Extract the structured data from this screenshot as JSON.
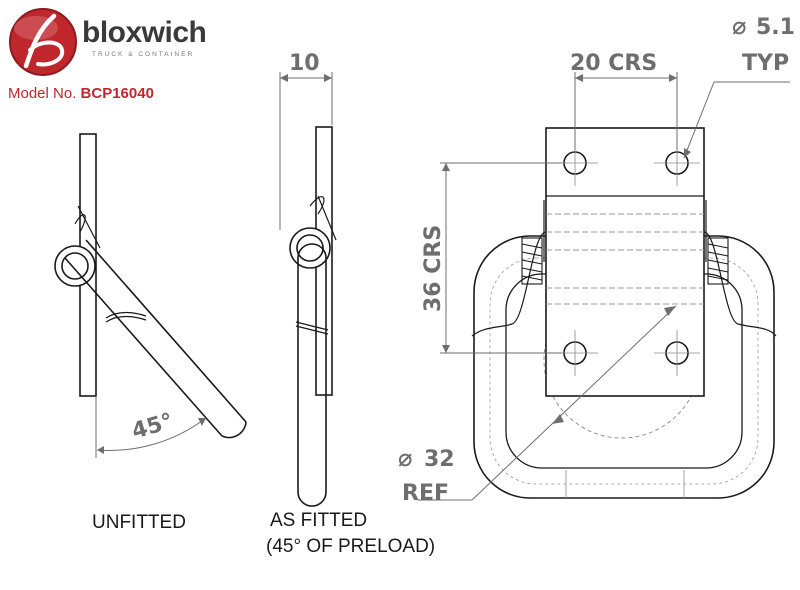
{
  "brand": {
    "name": "bloxwich",
    "tagline": "TRUCK & CONTAINER",
    "model_label": "Model No.",
    "model_number": "BCP16040",
    "colors": {
      "logo_red": "#c0272d",
      "text_gray": "#3a3a3a"
    }
  },
  "dimensions": {
    "hole_diameter": "5.1",
    "hole_note": "TYP",
    "hole_spacing_h": "20 CRS",
    "hole_spacing_v": "36 CRS",
    "thickness": "10",
    "ring_diameter": "32",
    "ring_note": "REF",
    "angle": "45°",
    "diameter_symbol": "⌀"
  },
  "captions": {
    "unfitted": "UNFITTED",
    "as_fitted": "AS FITTED",
    "preload": "(45° OF PRELOAD)"
  }
}
